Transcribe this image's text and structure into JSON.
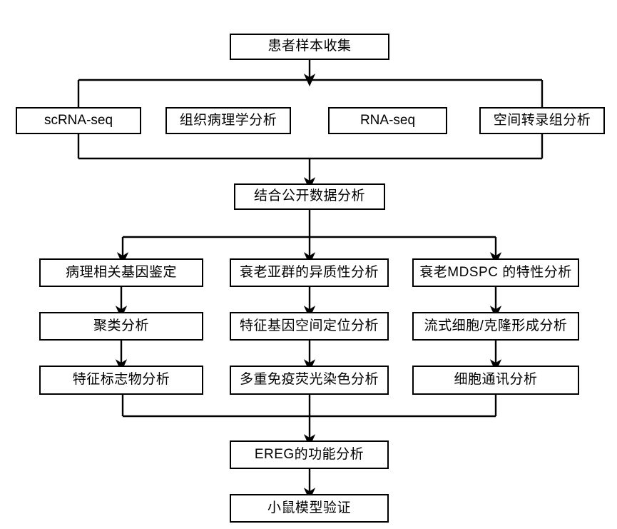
{
  "diagram": {
    "title_flow": "Research workflow flowchart",
    "stroke_color": "#000000",
    "background_color": "#ffffff",
    "nodes": {
      "sample_collection": "患者样本收集",
      "scrna_seq": "scRNA-seq",
      "histopathology": "组织病理学分析",
      "rna_seq": "RNA-seq",
      "spatial_transcriptomics": "空间转录组分析",
      "public_data": "结合公开数据分析",
      "pathology_gene_id": "病理相关基因鉴定",
      "clustering": "聚类分析",
      "marker_analysis": "特征标志物分析",
      "senescent_subgroup": "衰老亚群的异质性分析",
      "spatial_gene_mapping": "特征基因空间定位分析",
      "multiplex_if": "多重免疫荧光染色分析",
      "mdspc_traits": "衰老MDSPC 的特性分析",
      "flow_colony": "流式细胞/克隆形成分析",
      "cell_communication": "细胞通讯分析",
      "ereg_function": "EREG的功能分析",
      "mouse_model": "小鼠模型验证"
    }
  }
}
